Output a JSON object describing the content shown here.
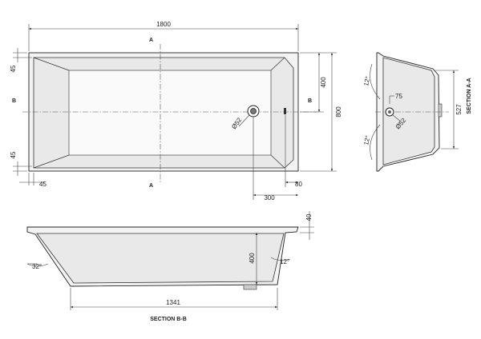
{
  "plan": {
    "overall_length": "1800",
    "overall_width": "800",
    "half_width": "400",
    "rim_top": "45",
    "rim_bottom": "45",
    "rim_left": "45",
    "waste_offset": "300",
    "waste_rim": "80",
    "waste_diameter": "Ø52",
    "section_a_top": "A",
    "section_a_bottom": "A",
    "section_b_left": "B",
    "section_b_right": "B"
  },
  "section_aa": {
    "title": "SECTION A-A",
    "height": "527",
    "angle_top": "12°",
    "angle_bottom": "12°",
    "overflow_diameter": "75",
    "waste_diameter": "Ø52"
  },
  "section_bb": {
    "title": "SECTION B-B",
    "base_length": "1341",
    "depth": "400",
    "rim_height": "40",
    "angle_left": "32°",
    "angle_right": "12°"
  },
  "colors": {
    "line": "#222222",
    "fill": "#f3f3f3"
  }
}
